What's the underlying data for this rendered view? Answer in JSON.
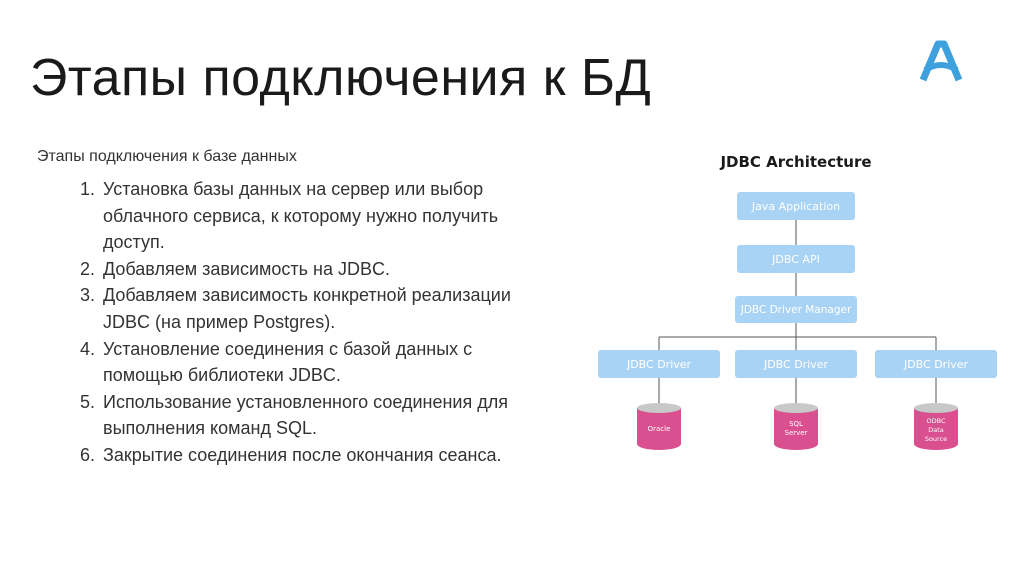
{
  "slide": {
    "title": "Этапы подключения к БД",
    "intro": "Этапы подключения к базе данных",
    "steps": [
      {
        "num": "1.",
        "text": "Установка базы данных на сервер или выбор облачного сервиса, к которому нужно получить доступ."
      },
      {
        "num": "2.",
        "text": "Добавляем зависимость на JDBC."
      },
      {
        "num": "3.",
        "text": "Добавляем зависимость конкретной реализации JDBC (на пример Postgres)."
      },
      {
        "num": "4.",
        "text": "Установление соединения с базой данных с помощью библиотеки JDBC."
      },
      {
        "num": "5.",
        "text": "Использование установленного соединения для выполнения команд SQL."
      },
      {
        "num": "6.",
        "text": "Закрытие соединения после окончания сеанса."
      }
    ]
  },
  "logo": {
    "icon": "a-logo-icon",
    "color": "#3fa0de"
  },
  "diagram": {
    "title": "JDBC Architecture",
    "java_application": "Java Application",
    "jdbc_api": "JDBC API",
    "driver_manager": "JDBC Driver Manager",
    "drivers": [
      "JDBC Driver",
      "JDBC Driver",
      "JDBC Driver"
    ],
    "databases": [
      {
        "lines": [
          "Oracle"
        ]
      },
      {
        "lines": [
          "SQL",
          "Server"
        ]
      },
      {
        "lines": [
          "ODBC",
          "Data",
          "Source"
        ]
      }
    ],
    "colors": {
      "box": "#a9d3f5",
      "box_text": "#ffffff",
      "line": "#555555",
      "db": "#d94f8f",
      "db_top": "#c8c8c8"
    }
  }
}
